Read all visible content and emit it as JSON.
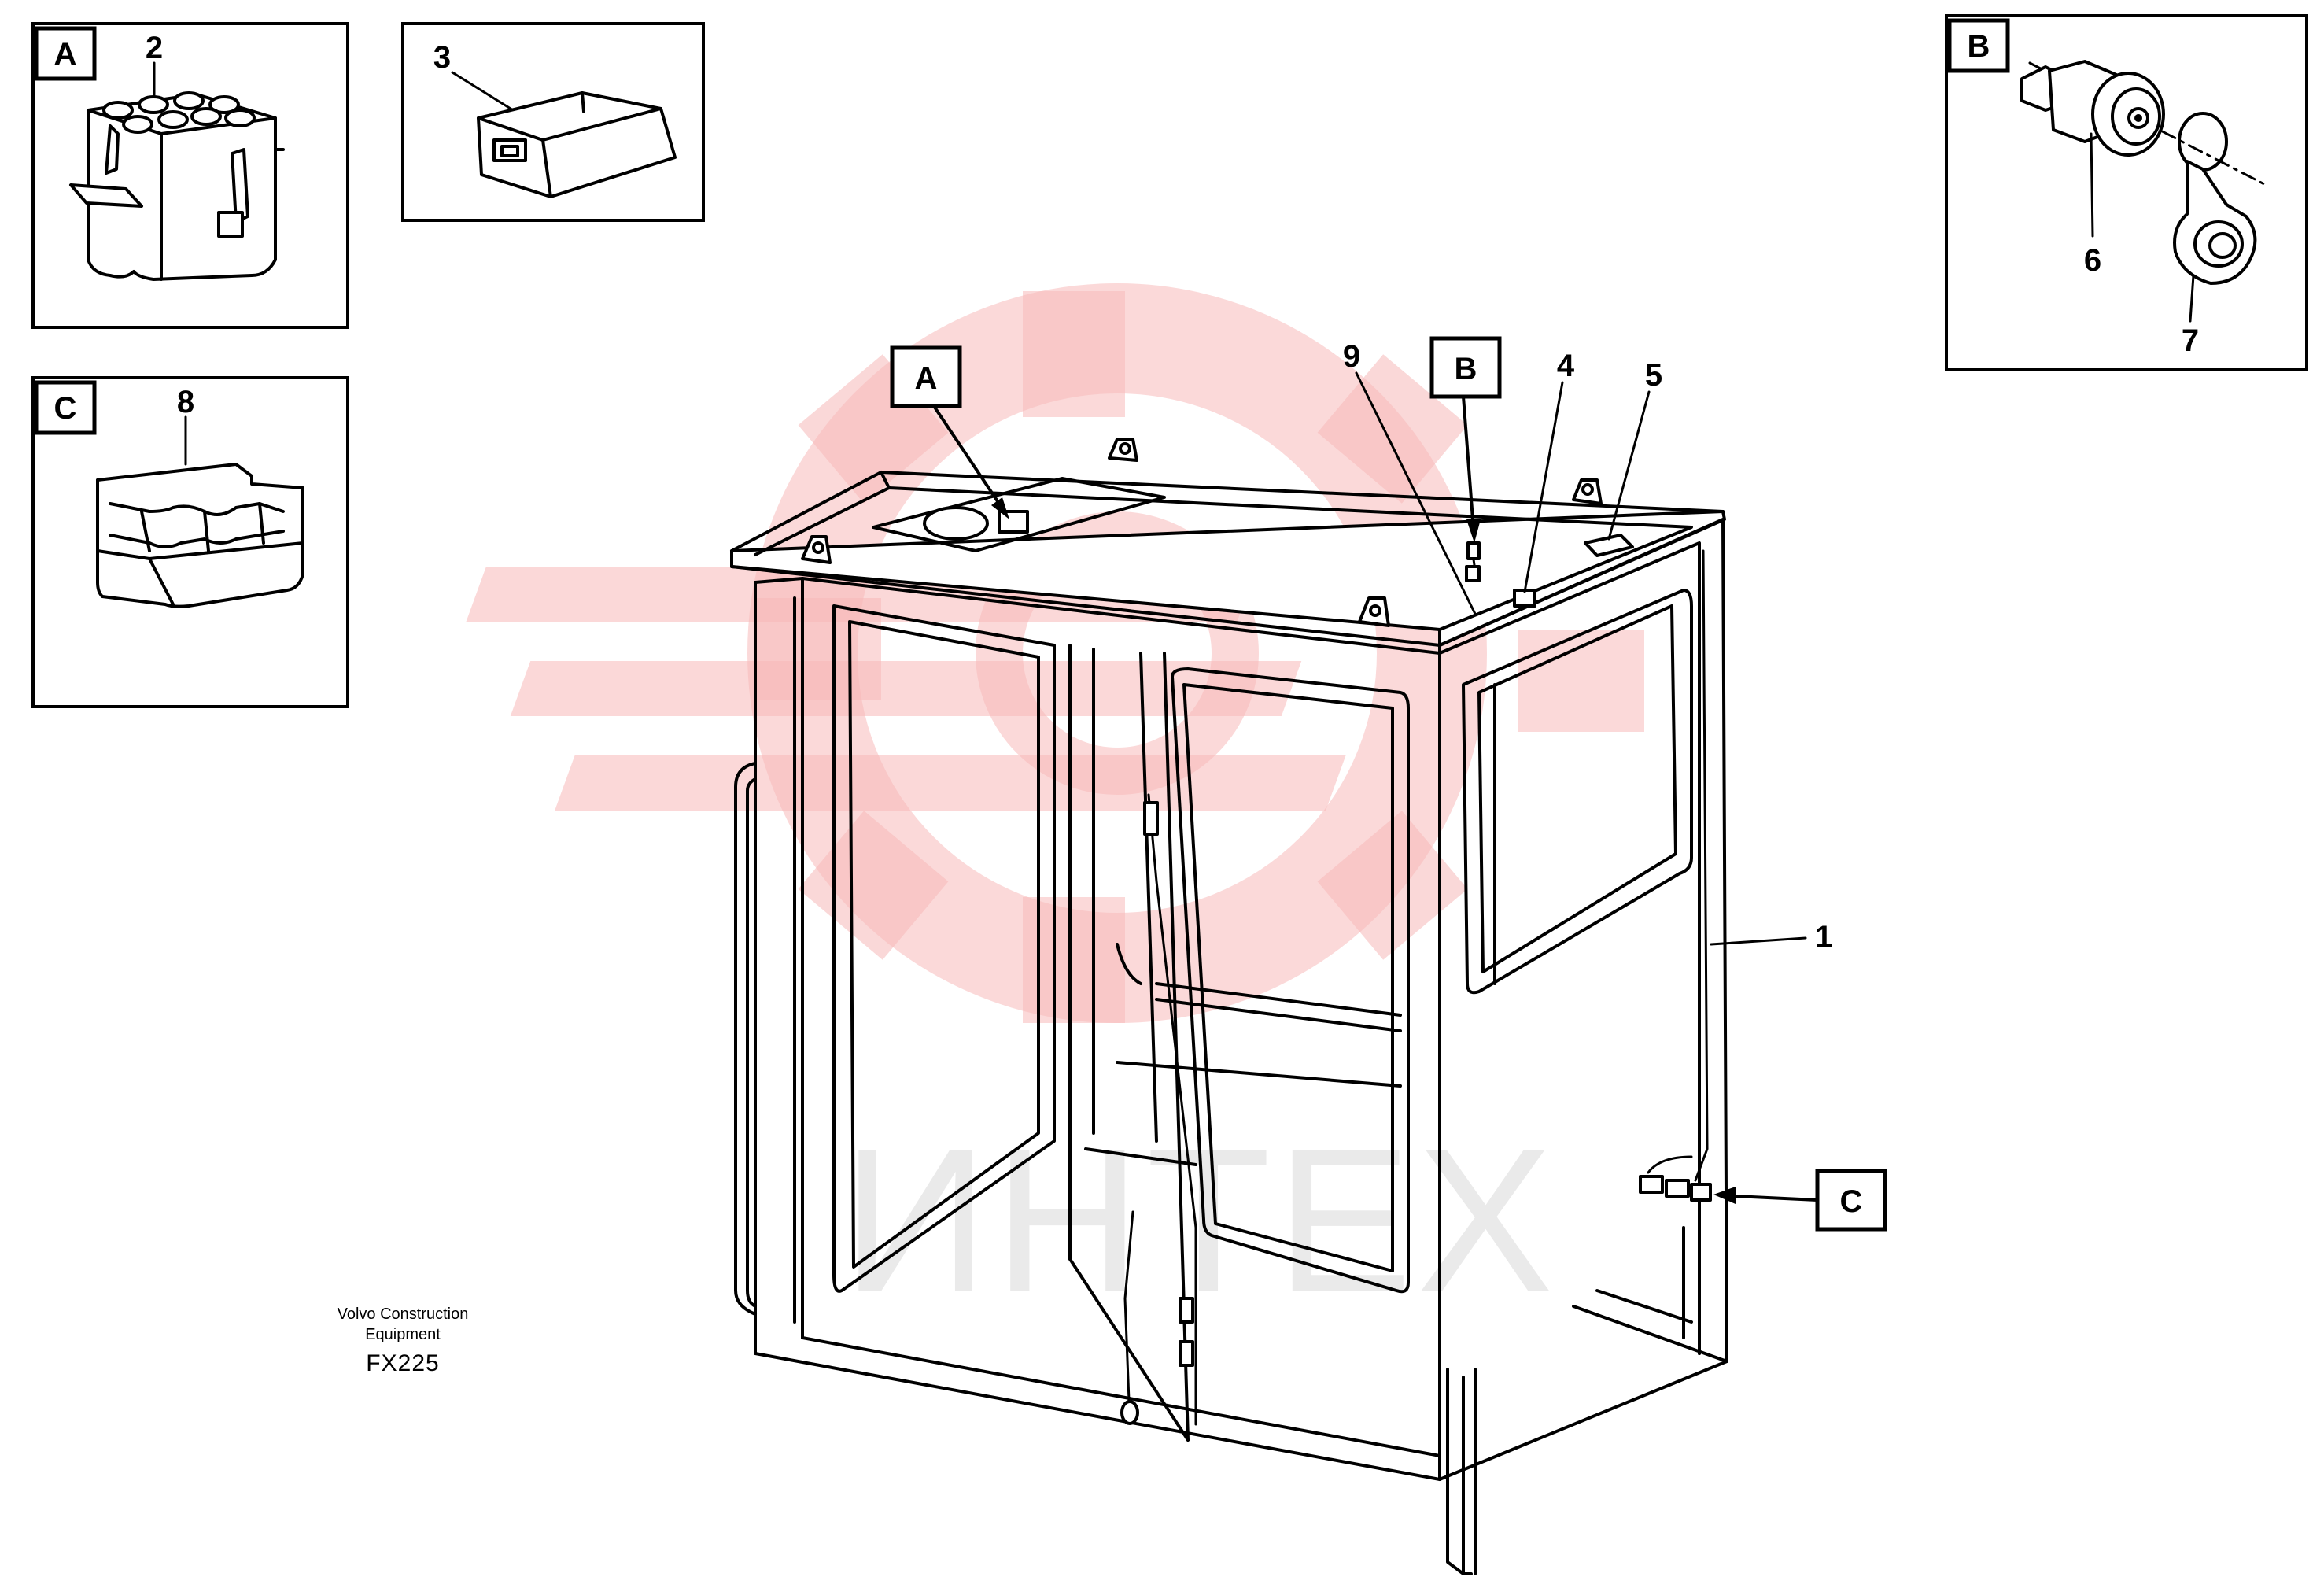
{
  "callouts": {
    "panel_a_letter": "A",
    "panel_a_number": "2",
    "panel_3_number": "3",
    "panel_c_letter": "C",
    "panel_c_number": "8",
    "panel_b_letter": "B",
    "panel_b_number_6": "6",
    "panel_b_number_7": "7",
    "main_a_letter": "A",
    "main_b_letter": "B",
    "main_c_letter": "C",
    "main_num_1": "1",
    "main_num_4": "4",
    "main_num_5": "5",
    "main_num_9": "9"
  },
  "caption": {
    "line1": "Volvo Construction",
    "line2": "Equipment",
    "code": "FX225"
  },
  "watermark": {
    "text": "ИНТЕХ"
  }
}
